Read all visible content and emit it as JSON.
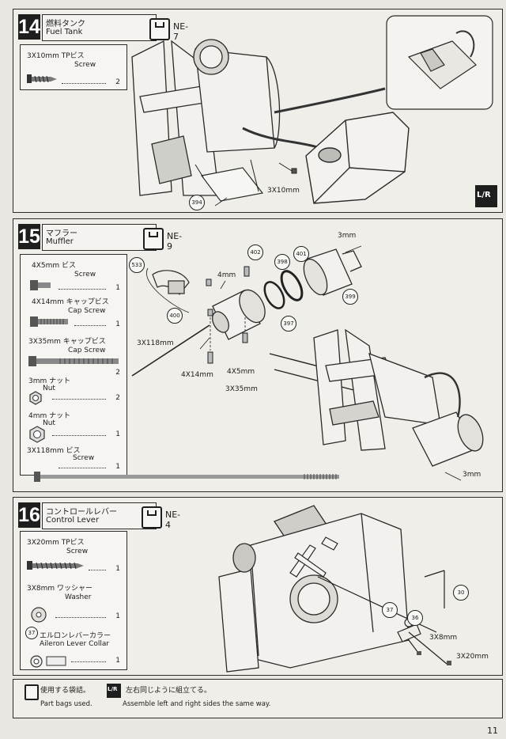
{
  "steps": [
    {
      "number": "14",
      "title_jp": "燃料タンク",
      "title_en": "Fuel Tank",
      "bag": "NE-7",
      "parts": [
        {
          "jp": "3X10mm TPビス",
          "en": "Screw",
          "qty": "2"
        }
      ],
      "labels": {
        "screw": "3X10mm",
        "callout": "394"
      },
      "lr_icon": "L/R"
    },
    {
      "number": "15",
      "title_jp": "マフラー",
      "title_en": "Muffler",
      "bag": "NE-9",
      "parts": [
        {
          "jp": "4X5mm ビス",
          "en": "Screw",
          "qty": "1"
        },
        {
          "jp": "4X14mm キャップビス",
          "en": "Cap Screw",
          "qty": "1"
        },
        {
          "jp": "3X35mm キャップビス",
          "en": "Cap Screw",
          "qty": "2"
        },
        {
          "jp": "3mm ナット",
          "en": "Nut",
          "qty": "2"
        },
        {
          "jp": "4mm ナット",
          "en": "Nut",
          "qty": "1"
        },
        {
          "jp": "3X118mm ビス",
          "en": "Screw",
          "qty": "1"
        }
      ],
      "labels": {
        "c533": "533",
        "c400": "400",
        "c402": "402",
        "c398": "398",
        "c401": "401",
        "c399": "399",
        "c397": "397",
        "m4": "4mm",
        "m3a": "3mm",
        "m3b": "3mm",
        "s118": "3X118mm",
        "s14": "4X14mm",
        "s5": "4X5mm",
        "s35": "3X35mm"
      }
    },
    {
      "number": "16",
      "title_jp": "コントロールレバー",
      "title_en": "Control Lever",
      "bag": "NE-4",
      "parts": [
        {
          "jp": "3X20mm TPビス",
          "en": "Screw",
          "qty": "1"
        },
        {
          "jp": "3X8mm ワッシャー",
          "en": "Washer",
          "qty": "1"
        },
        {
          "jp": "エルロンレバーカラー",
          "en": "Aileron Lever Collar",
          "qty": "1",
          "callout": "37"
        }
      ],
      "labels": {
        "c30": "30",
        "c36": "36",
        "c37": "37",
        "s8": "3X8mm",
        "s20": "3X20mm"
      }
    }
  ],
  "footer": {
    "bag_jp": "使用する袋詰。",
    "bag_en": "Part bags used.",
    "lr_jp": "左右同じように組立てる。",
    "lr_en": "Assemble left and right sides the same way.",
    "lr_icon": "L/R"
  },
  "page_number": "11"
}
